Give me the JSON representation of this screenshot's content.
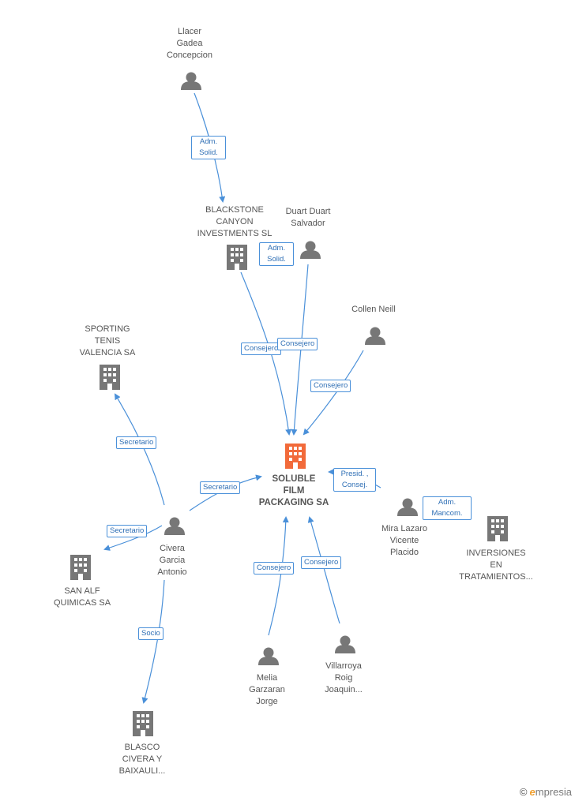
{
  "nodes": {
    "llacer": "Llacer\nGadea\nConcepcion",
    "blackstone": "BLACKSTONE\nCANYON\nINVESTMENTS SL",
    "duart": "Duart Duart\nSalvador",
    "collen": "Collen Neill",
    "sporting": "SPORTING\nTENIS\nVALENCIA SA",
    "soluble": "SOLUBLE\nFILM\nPACKAGING SA",
    "mira": "Mira Lazaro\nVicente\nPlacido",
    "inversiones": "INVERSIONES\nEN\nTRATAMIENTOS...",
    "civera": "Civera\nGarcia\nAntonio",
    "sanalf": "SAN ALF\nQUIMICAS SA",
    "melia": "Melia\nGarzaran\nJorge",
    "villarroya": "Villarroya\nRoig\nJoaquin...",
    "blasco": "BLASCO\nCIVERA Y\nBAIXAULI..."
  },
  "edges": {
    "llacer_blackstone": "Adm.\nSolid.",
    "duart_blackstone": "Adm.\nSolid.",
    "blackstone_soluble": "Consejero",
    "duart_soluble": "Consejero",
    "collen_soluble": "Consejero",
    "civera_sporting": "Secretario",
    "civera_soluble": "Secretario",
    "mira_soluble": "Presid. ,\nConsej.",
    "mira_inversiones": "Adm.\nMancom.",
    "civera_sanalf": "Secretario",
    "civera_blasco": "Socio",
    "melia_soluble": "Consejero",
    "villarroya_soluble": "Consejero"
  },
  "brand": {
    "copyright": "©",
    "initial": "e",
    "rest": "mpresia"
  },
  "colors": {
    "edge": "#4a90d9",
    "person_icon": "#777777",
    "company_icon": "#777777",
    "main_company_icon": "#f26a3a",
    "label_text": "#555555"
  }
}
